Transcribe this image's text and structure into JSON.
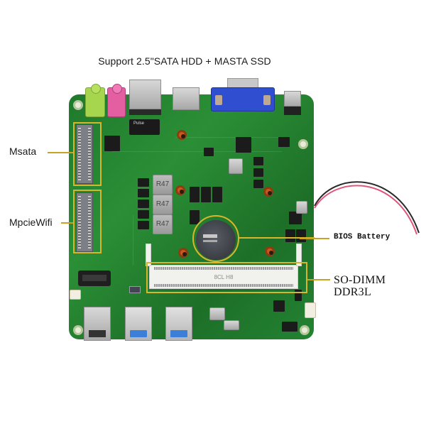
{
  "title": "Support 2.5\"SATA HDD + MASTA SSD",
  "annotations": {
    "msata": "Msata",
    "mpcie_wifi": "MpcieWifi",
    "bios_battery": "BIOS Battery",
    "so_dimm_line1": "SO-DIMM",
    "so_dimm_line2": "DDR3L"
  },
  "board": {
    "inductor_labels": [
      "R47",
      "R47",
      "R47"
    ],
    "dimm_slot_text": "8CL H8",
    "lan_chip_text": "Pulse"
  },
  "colors": {
    "pcb_green": "#2b8f36",
    "highlight_yellow": "#d8b62c",
    "vga_blue": "#2f4fd0",
    "audio_green": "#a6d64e",
    "audio_pink": "#e35fa2",
    "usb3_blue": "#3b7fd9",
    "wire_red": "#e0557a",
    "wire_black": "#2a2a2a"
  }
}
